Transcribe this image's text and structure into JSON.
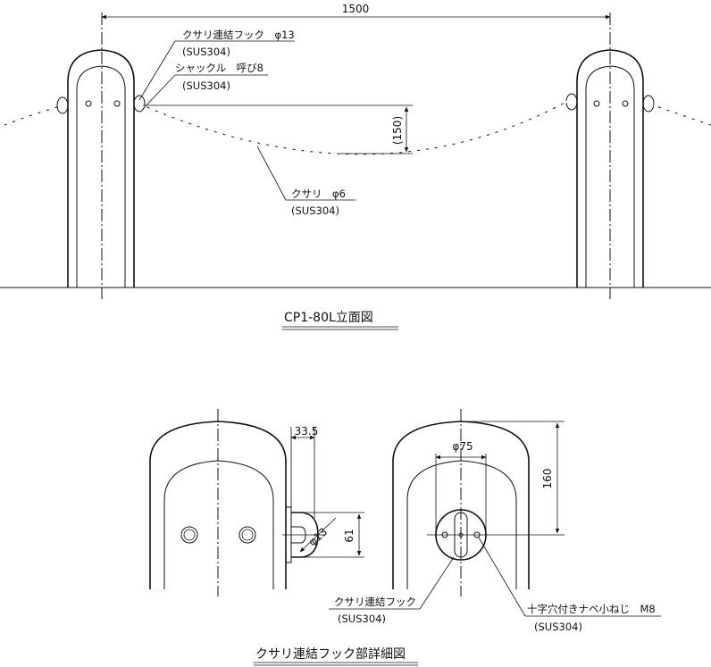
{
  "elevation": {
    "dim_width": "1500",
    "dim_sag": "(150)",
    "hook_label": "クサリ連結フック　φ13",
    "hook_material": "(SUS304)",
    "shackle_label": "シャックル　呼び8",
    "shackle_material": "(SUS304)",
    "chain_label": "クサリ　φ6",
    "chain_material": "(SUS304)",
    "title": "CP1-80L立面図"
  },
  "detail": {
    "dim_offset": "33.5",
    "dim_height": "61",
    "dim_hook": "φ13",
    "dim_plate": "φ75",
    "dim_top": "160",
    "hook_label": "クサリ連結フック",
    "hook_material": "(SUS304)",
    "screw_label": "十字穴付きナベ小ねじ　M8",
    "screw_material": "(SUS304)",
    "title": "クサリ連結フック部詳細図"
  }
}
